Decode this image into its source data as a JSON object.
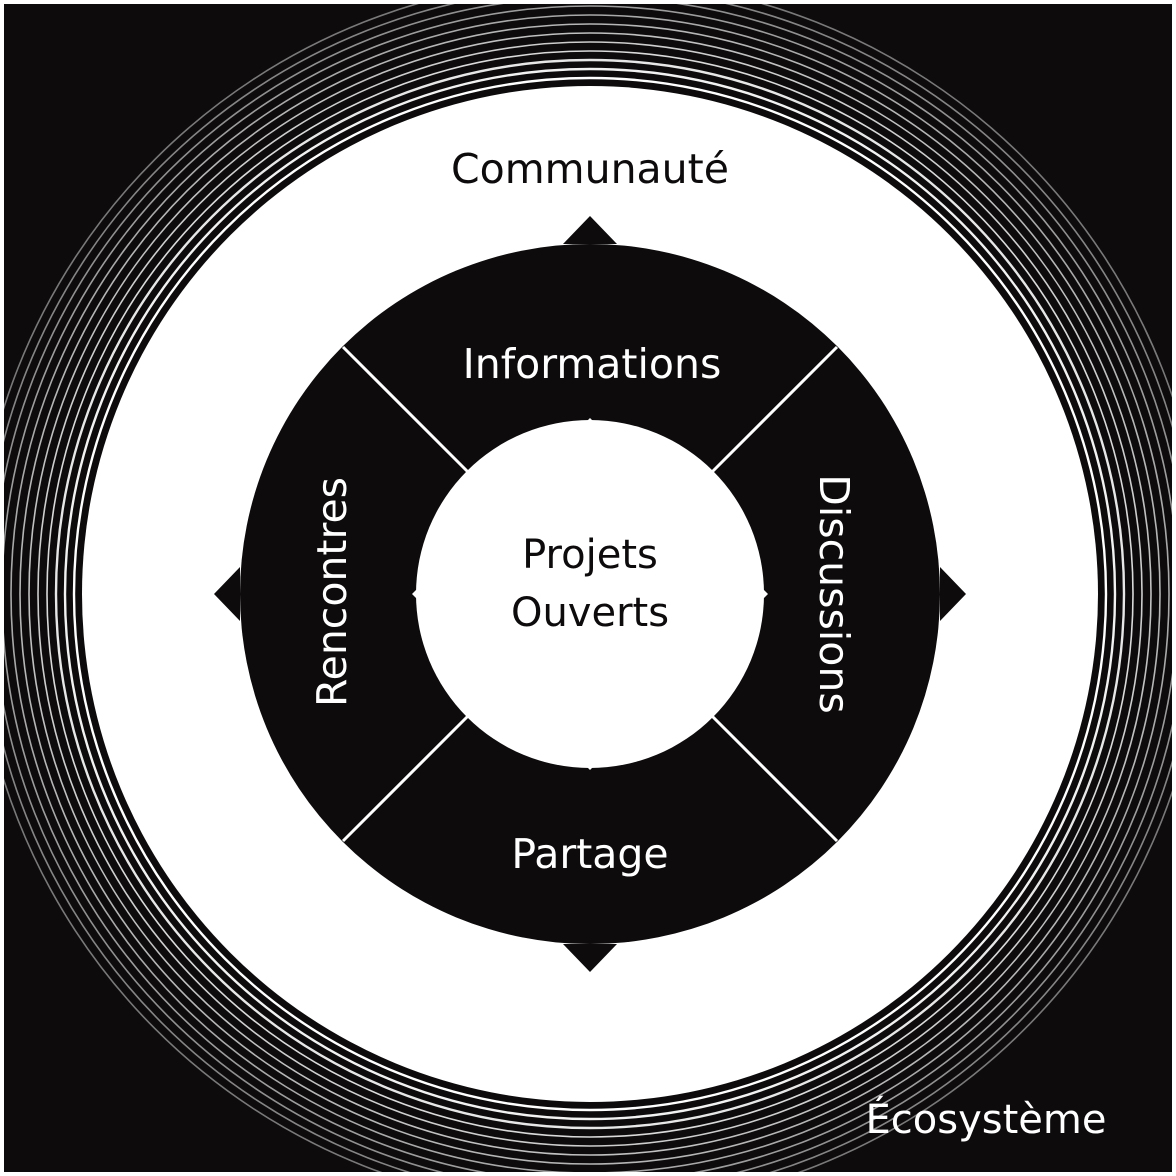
{
  "colors": {
    "background": "#0d0b0b",
    "foreground": "#ffffff"
  },
  "labels": {
    "outer": "Écosystème",
    "community": "Communauté",
    "top": "Informations",
    "right": "Discussions",
    "bottom": "Partage",
    "left": "Rencontres",
    "center_line1": "Projets",
    "center_line2": "Ouverts"
  }
}
